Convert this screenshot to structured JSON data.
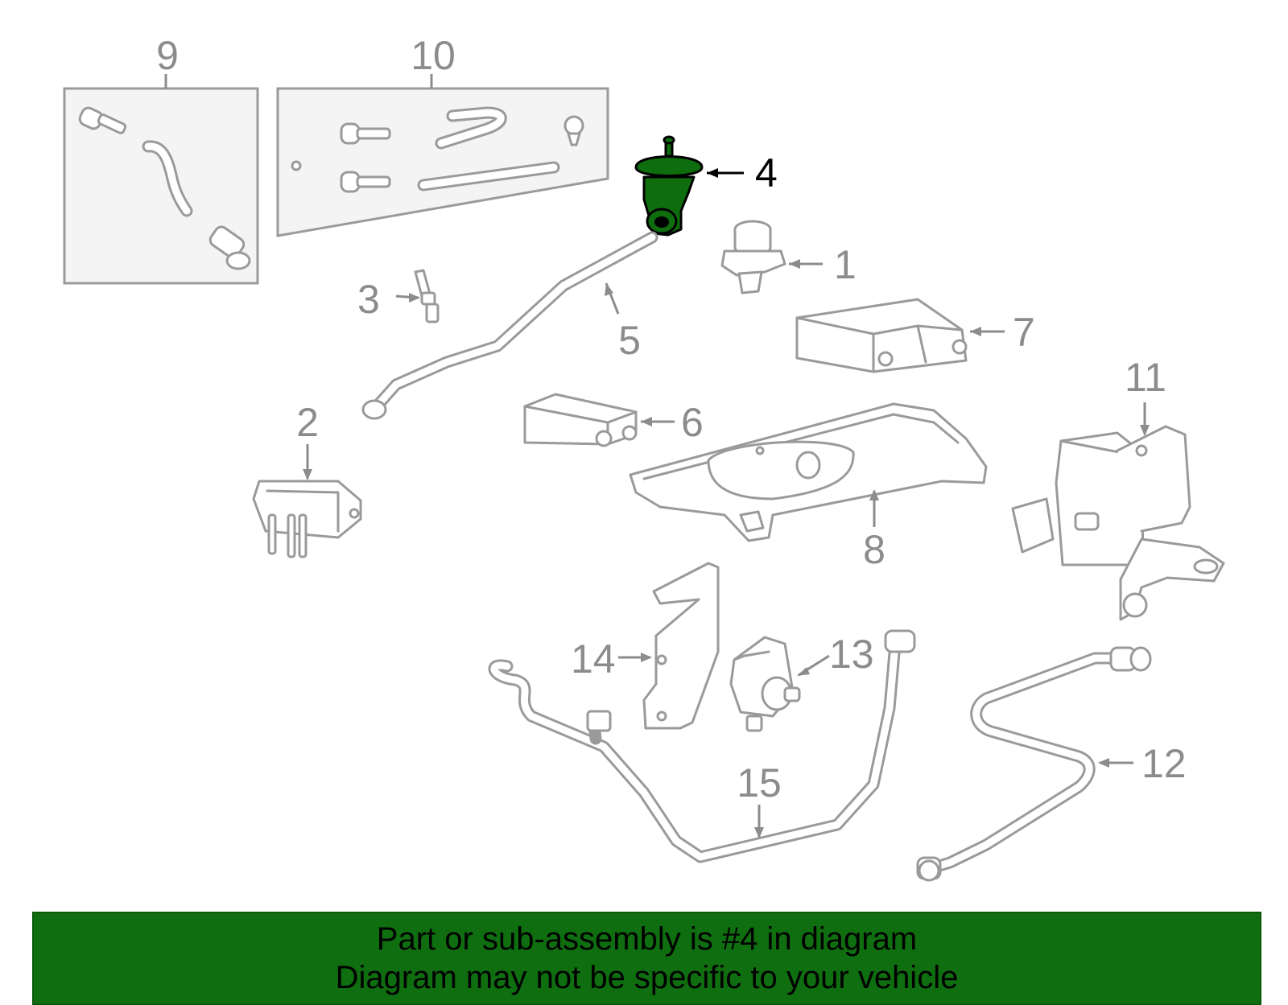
{
  "diagram": {
    "highlight_color": "#0e6e0e",
    "callouts": {
      "c1": "1",
      "c2": "2",
      "c3": "3",
      "c4": "4",
      "c5": "5",
      "c6": "6",
      "c7": "7",
      "c8": "8",
      "c9": "9",
      "c10": "10",
      "c11": "11",
      "c12": "12",
      "c13": "13",
      "c14": "14",
      "c15": "15"
    },
    "highlighted_part": "4"
  },
  "footer": {
    "background": "#0f6e0f",
    "line1": "Part or sub-assembly is #4 in diagram",
    "line2": "Diagram may not be specific to your vehicle"
  }
}
